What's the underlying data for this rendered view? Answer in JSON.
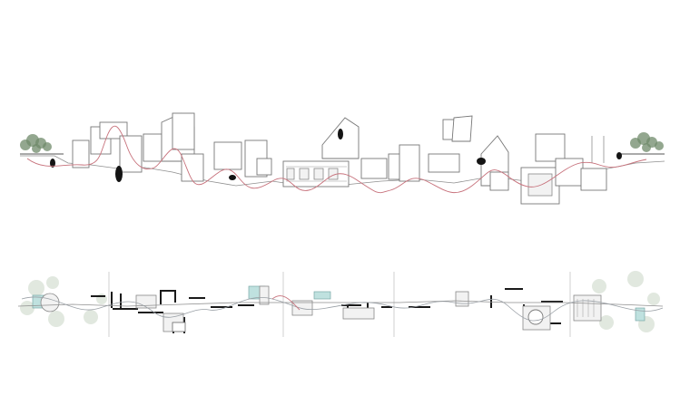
{
  "drawing": {
    "kind": "architectural-strip",
    "views": [
      {
        "id": "elevation-strip",
        "description_visible_text": ""
      },
      {
        "id": "plan-strip",
        "description_visible_text": ""
      }
    ],
    "colors": {
      "line": "#8f8f8f",
      "wall": "#1a1a1a",
      "path": "#c7717b",
      "vegetation": "#6f8a6a",
      "water": "#bfe1df"
    }
  }
}
